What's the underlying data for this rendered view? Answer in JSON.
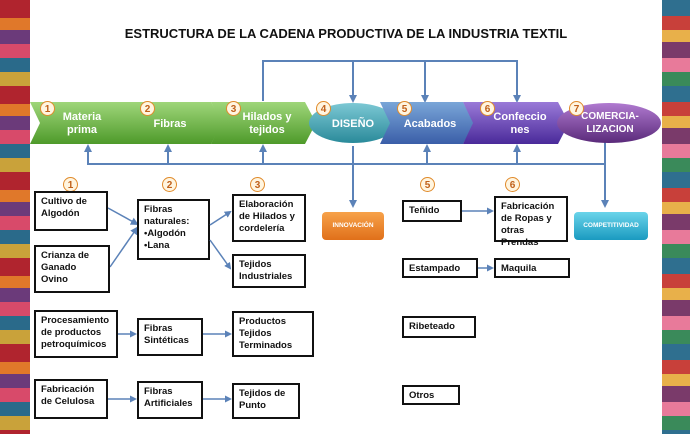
{
  "title": "ESTRUCTURA DE LA CADENA PRODUCTIVA DE LA INDUSTRIA TEXTIL",
  "stages": [
    {
      "num": "1",
      "label": "Materia prima"
    },
    {
      "num": "2",
      "label": "Fibras"
    },
    {
      "num": "3",
      "label": "Hilados y tejidos"
    },
    {
      "num": "4",
      "label": "DISEÑO"
    },
    {
      "num": "5",
      "label": "Acabados"
    },
    {
      "num": "6",
      "label": "Confecciones"
    },
    {
      "num": "7",
      "label": "COMERCIA-LIZACION"
    }
  ],
  "stage_display": {
    "s1": "Materia\nprima",
    "s3": "Hilados y\ntejidos",
    "s6": "Confeccio\nnes",
    "s7": "COMERCIA-\nLIZACION"
  },
  "pills": {
    "innovation": "INNOVACIÓN",
    "competitiveness": "COMPETITIVIDAD"
  },
  "column_numbers": [
    "1",
    "2",
    "3",
    "5",
    "6"
  ],
  "col1": [
    "Cultivo de Algodón",
    "Crianza de Ganado Ovino",
    "Procesamiento de productos petroquímicos",
    "Fabricación de Celulosa"
  ],
  "col2": [
    "Fibras naturales:\n•Algodón\n•Lana",
    "Fibras Sintéticas",
    "Fibras Artificiales"
  ],
  "col3": [
    "Elaboración de Hilados y cordelería",
    "Tejidos Industriales",
    "Productos Tejidos Terminados",
    "Tejidos de Punto"
  ],
  "col5": [
    "Teñido",
    "Estampado",
    "Ribeteado",
    "Otros"
  ],
  "col6": [
    "Fabricación de Ropas y otras Prendas",
    "Maquila"
  ]
}
